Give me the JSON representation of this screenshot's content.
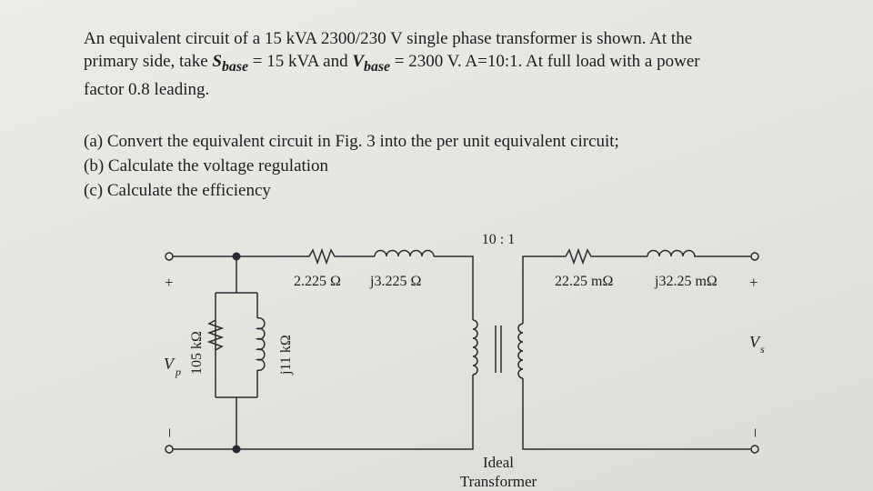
{
  "problem": {
    "line1": "An equivalent circuit of a 15 kVA 2300/230 V single phase transformer is shown. At the",
    "line2_a": "primary side, take ",
    "sbase_symbol": "S",
    "sbase_sub": "base",
    "line2_b": " = 15 kVA and ",
    "vbase_symbol": "V",
    "vbase_sub": "base",
    "line2_c": " = 2300 V. A=10:1.  At full load with a power",
    "line3": "factor 0.8 leading."
  },
  "parts": [
    "(a) Convert the equivalent circuit in Fig. 3 into the per unit equivalent circuit;",
    "(b) Calculate the voltage regulation",
    "(c) Calculate the efficiency"
  ],
  "circuit": {
    "ratio": "10 : 1",
    "r1": "2.225 Ω",
    "x1": "j3.225 Ω",
    "r2": "22.25 mΩ",
    "x2": "j32.25 mΩ",
    "rc": "105 kΩ",
    "xm": "j11 kΩ",
    "vp": "V",
    "vp_sub": "p",
    "vs": "V",
    "vs_sub": "s",
    "plus": "+",
    "minus": "–",
    "ideal_line1": "Ideal",
    "ideal_line2": "Transformer"
  }
}
